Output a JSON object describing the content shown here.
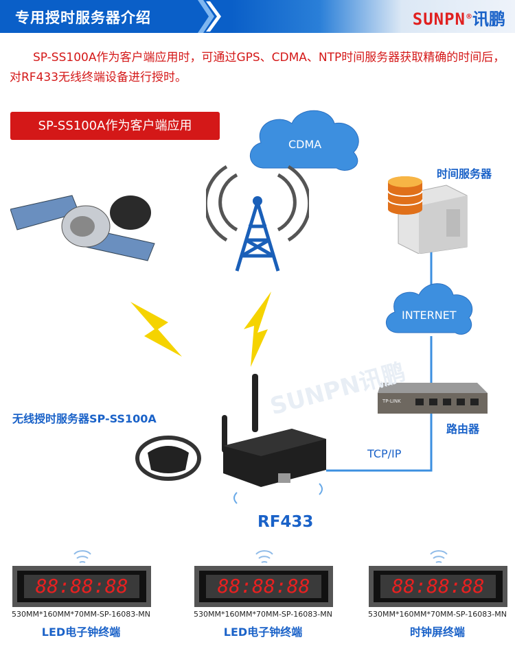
{
  "header": {
    "title": "专用授时服务器介绍",
    "logo_en": "SUNPN",
    "logo_cn": "讯鹏",
    "logo_reg": "®"
  },
  "intro": "SP-SS100A作为客户端应用时，可通过GPS、CDMA、NTP时间服务器获取精确的时间后，对RF433无线终端设备进行授时。",
  "badge": "SP-SS100A作为客户端应用",
  "diagram": {
    "cdma": "CDMA",
    "internet": "INTERNET",
    "time_server": "时间服务器",
    "router": "路由器",
    "tcpip": "TCP/IP",
    "device": "无线授时服务器SP-SS100A",
    "rf": "RF433",
    "router_brand": "TP-LINK",
    "watermark": "SUNPN讯鹏"
  },
  "clocks": [
    {
      "display": "88:88:88",
      "size": "530MM*160MM*70MM-SP-16083-MN",
      "label": "LED电子钟终端"
    },
    {
      "display": "88:88:88",
      "size": "530MM*160MM*70MM-SP-16083-MN",
      "label": "LED电子钟终端"
    },
    {
      "display": "88:88:88",
      "size": "530MM*160MM*70MM-SP-16083-MN",
      "label": "时钟屏终端"
    }
  ],
  "colors": {
    "accent": "#1a62c8",
    "red": "#d41818",
    "line": "#3b8fe0"
  }
}
